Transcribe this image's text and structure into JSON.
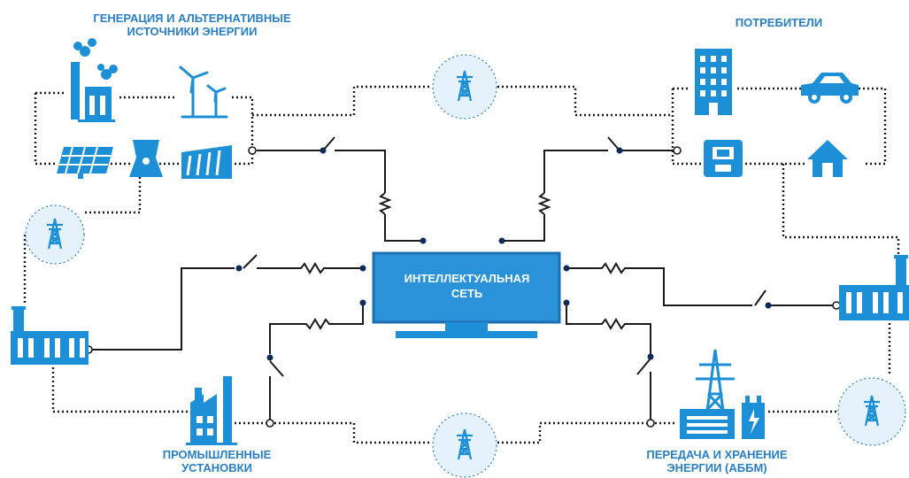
{
  "labels": {
    "generation": [
      "ГЕНЕРАЦИЯ И АЛЬТЕРНАТИВНЫЕ",
      "ИСТОЧНИКИ ЭНЕРГИИ"
    ],
    "consumers": [
      "ПОТРЕБИТЕЛИ"
    ],
    "industrial": [
      "ПРОМЫШЛЕННЫЕ",
      "УСТАНОВКИ"
    ],
    "transmission": [
      "ПЕРЕДАЧА И ХРАНЕНИЕ",
      "ЭНЕРГИИ (АББМ)"
    ],
    "center": [
      "ИНТЕЛЛЕКТУАЛЬНАЯ",
      "СЕТЬ"
    ]
  },
  "colors": {
    "primary": "#2a7fc3",
    "accent": "#1d9be0",
    "line": "#1a1a1a",
    "dot": "#0d2a5a",
    "circle_fill": "#e6f2fb"
  },
  "icons": [
    "factory-icon",
    "wind-turbine-icon",
    "solar-panel-icon",
    "nuclear-cooling-tower-icon",
    "hydro-dam-icon",
    "transmission-tower-icon",
    "office-building-icon",
    "car-icon",
    "power-meter-icon",
    "house-icon",
    "power-plant-icon",
    "industrial-plant-icon",
    "battery-storage-icon",
    "monitor-icon",
    "switch-icon",
    "resistor-icon"
  ]
}
